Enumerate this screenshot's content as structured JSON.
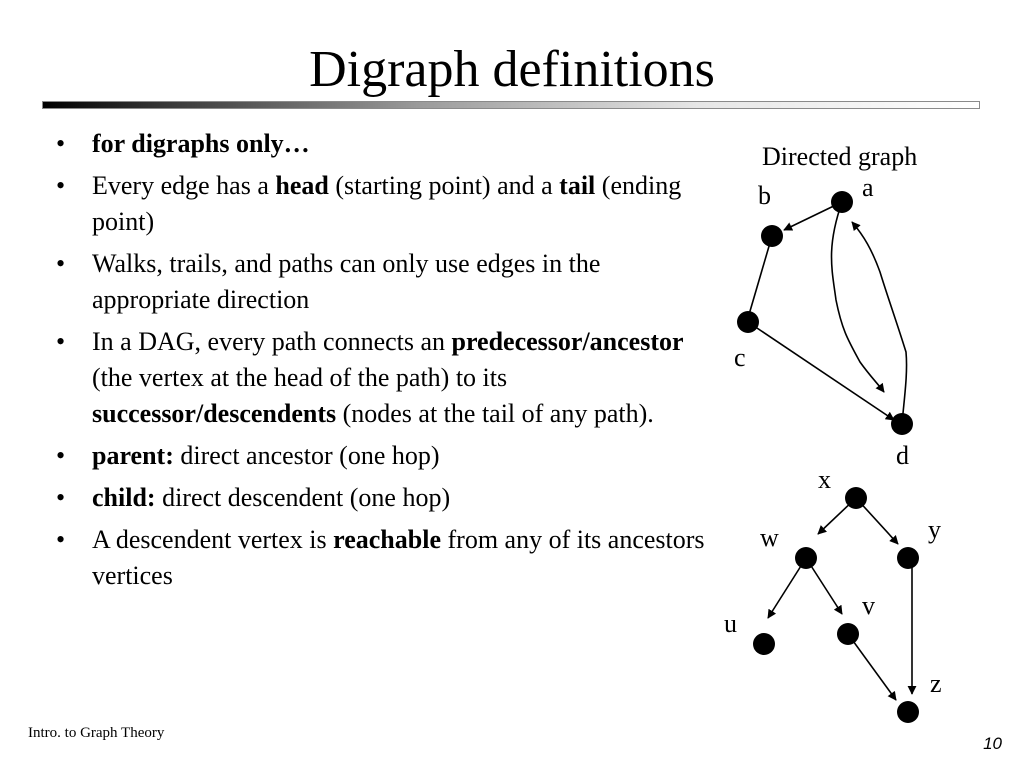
{
  "slide": {
    "title": "Digraph definitions",
    "footer_left": "Intro. to Graph Theory",
    "page_number": "10"
  },
  "bullets": [
    {
      "parts": [
        {
          "text": "for digraphs only…",
          "bold": true
        }
      ]
    },
    {
      "parts": [
        {
          "text": "Every edge has a ",
          "bold": false
        },
        {
          "text": "head",
          "bold": true
        },
        {
          "text": " (starting point) and a ",
          "bold": false
        },
        {
          "text": "tail",
          "bold": true
        },
        {
          "text": " (ending point)",
          "bold": false
        }
      ]
    },
    {
      "parts": [
        {
          "text": "Walks, trails, and paths can only use edges in the appropriate direction",
          "bold": false
        }
      ]
    },
    {
      "parts": [
        {
          "text": "In a DAG, every path connects an ",
          "bold": false
        },
        {
          "text": "predecessor/ancestor",
          "bold": true
        },
        {
          "text": " (the vertex at the head of the path) to its ",
          "bold": false
        },
        {
          "text": "successor/descendents",
          "bold": true
        },
        {
          "text": " (nodes at the tail of any path).",
          "bold": false
        }
      ]
    },
    {
      "parts": [
        {
          "text": "parent:",
          "bold": true
        },
        {
          "text": " direct ancestor (one hop)",
          "bold": false
        }
      ]
    },
    {
      "parts": [
        {
          "text": "child:",
          "bold": true
        },
        {
          "text": " direct descendent (one hop)",
          "bold": false
        }
      ]
    },
    {
      "parts": [
        {
          "text": "A descendent vertex is ",
          "bold": false
        },
        {
          "text": "reachable",
          "bold": true
        },
        {
          "text": " from any of its ancestors vertices",
          "bold": false
        }
      ]
    }
  ],
  "bullet_symbol": "•",
  "graph1": {
    "caption": "Directed graph",
    "vertices": {
      "a": "a",
      "b": "b",
      "c": "c",
      "d": "d"
    }
  },
  "graph2": {
    "vertices": {
      "x": "x",
      "y": "y",
      "w": "w",
      "v": "v",
      "u": "u",
      "z": "z"
    }
  }
}
